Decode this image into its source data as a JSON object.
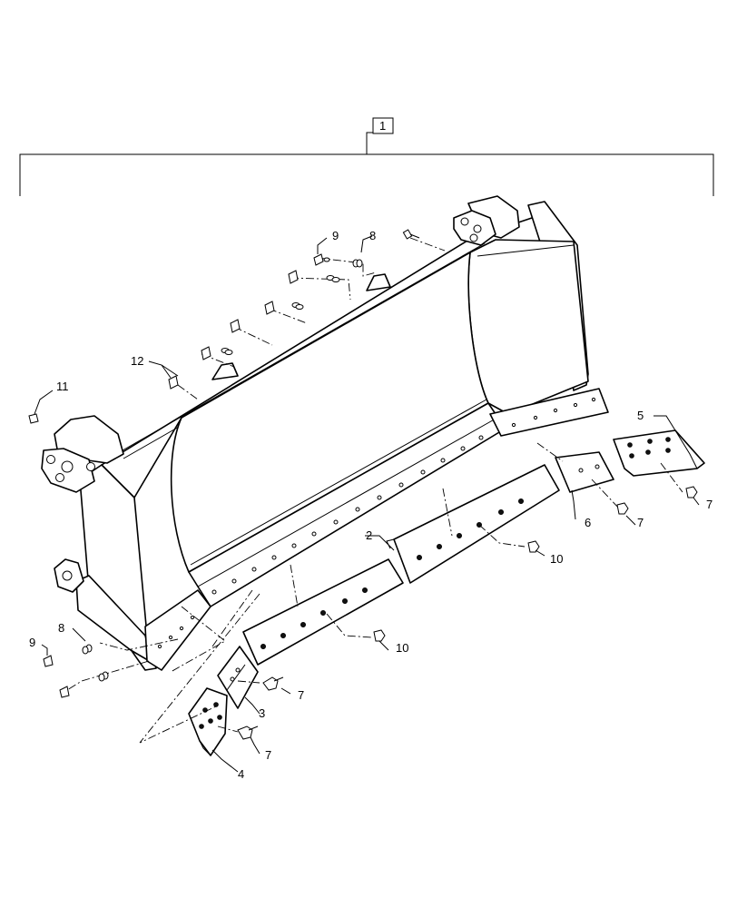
{
  "assembly_label": "1",
  "callouts": {
    "c2": "2",
    "c3": "3",
    "c4": "4",
    "c5": "5",
    "c6": "6",
    "c7_a": "7",
    "c7_b": "7",
    "c7_c": "7",
    "c7_d": "7",
    "c8_top": "8",
    "c8_left": "8",
    "c9_top": "9",
    "c9_left": "9",
    "c10_a": "10",
    "c10_b": "10",
    "c11": "11",
    "c12": "12"
  }
}
